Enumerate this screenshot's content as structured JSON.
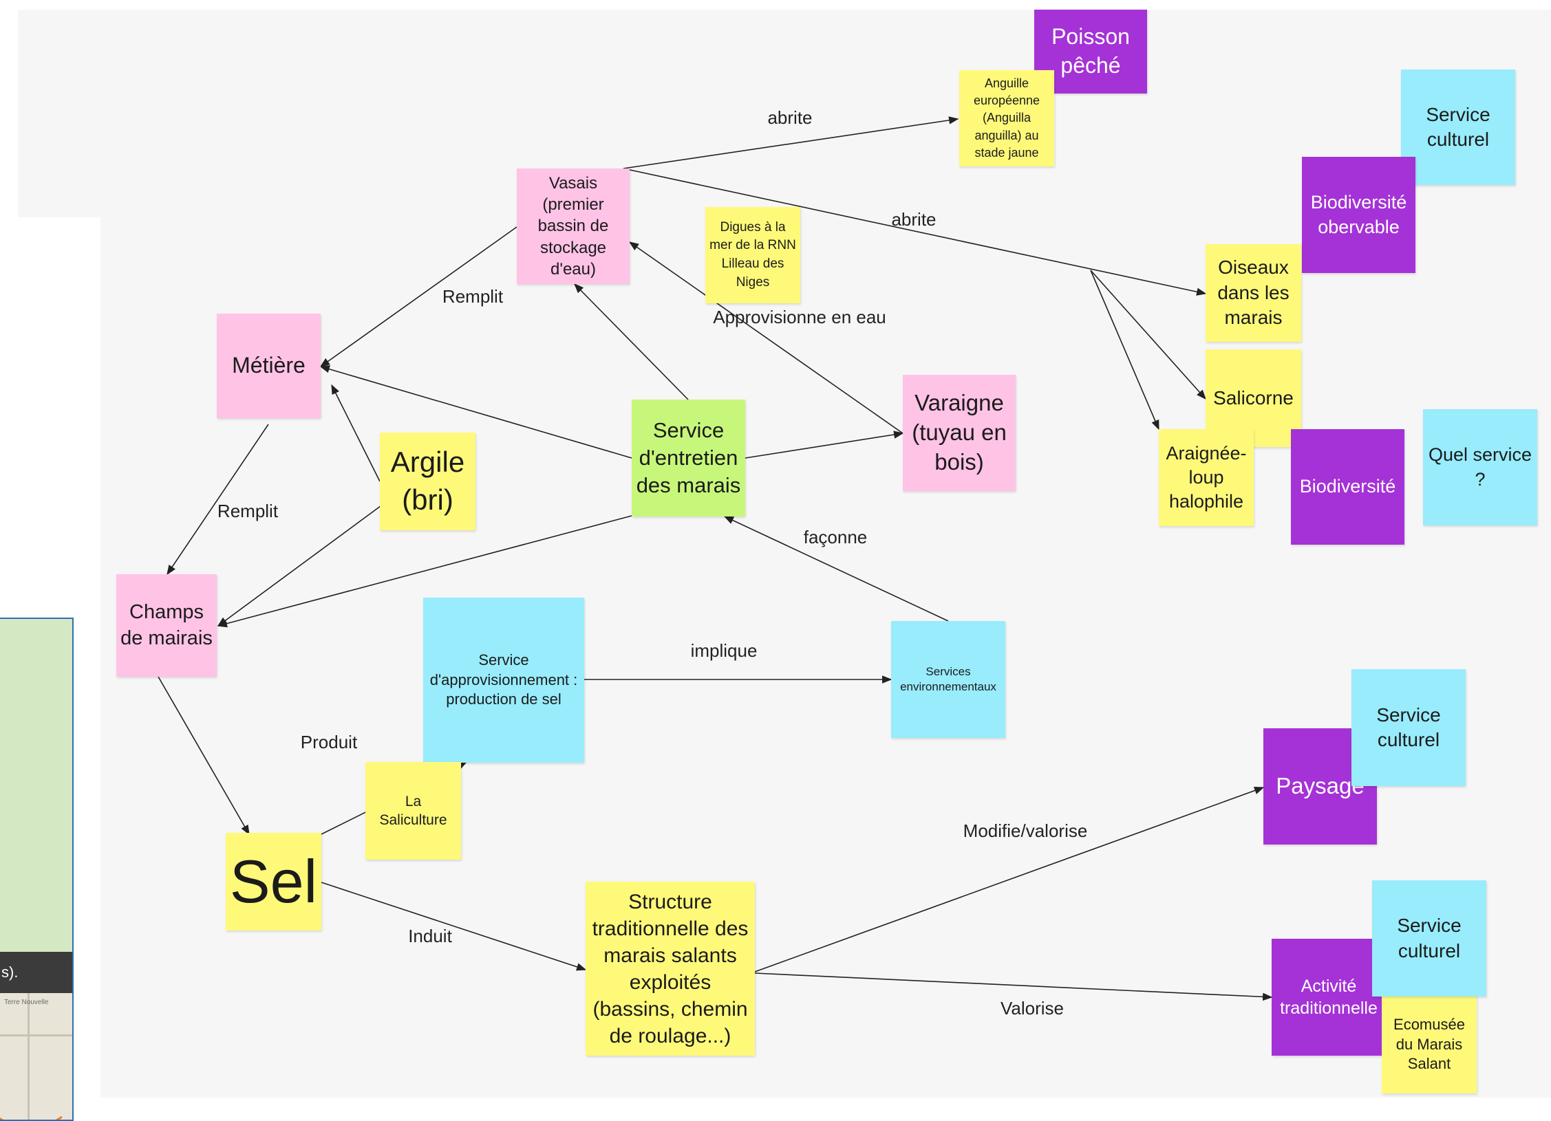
{
  "notes": {
    "poisson": {
      "text": "Poisson pêché",
      "color": "#a532d6"
    },
    "anguille": {
      "text": "Anguille européenne (Anguilla anguilla) au stade jaune",
      "color": "#fff97a"
    },
    "service_culturel_1": {
      "text": "Service culturel",
      "color": "#98ecfc"
    },
    "biodiversite_observable": {
      "text": "Biodiversité obervable",
      "color": "#a532d6"
    },
    "vasais": {
      "text": "Vasais (premier bassin de stockage d'eau)",
      "color": "#ffc3e6"
    },
    "digues": {
      "text": "Digues à la mer de la RNN Lilleau des Niges",
      "color": "#fff97a"
    },
    "oiseaux": {
      "text": "Oiseaux dans les marais",
      "color": "#fff97a"
    },
    "metiere": {
      "text": "Métière",
      "color": "#ffc3e6"
    },
    "salicorne": {
      "text": "Salicorne",
      "color": "#fff97a"
    },
    "argile": {
      "text": "Argile (bri)",
      "color": "#fff97a"
    },
    "service_entretien": {
      "text": "Service d'entretien des marais",
      "color": "#c7f77a"
    },
    "varaigne": {
      "text": "Varaigne (tuyau en bois)",
      "color": "#ffc3e6"
    },
    "araignee": {
      "text": "Araignée-loup halophile",
      "color": "#fff97a"
    },
    "biodiversite": {
      "text": "Biodiversité",
      "color": "#a532d6"
    },
    "quel_service": {
      "text": "Quel service ?",
      "color": "#98ecfc"
    },
    "champs": {
      "text": "Champs de mairais",
      "color": "#ffc3e6"
    },
    "approvisionnement": {
      "text": "Service d'approvisionnement : production de sel",
      "color": "#98ecfc"
    },
    "services_env": {
      "text": "Services environnementaux",
      "color": "#98ecfc"
    },
    "saliculture": {
      "text": "La Saliculture",
      "color": "#fff97a"
    },
    "service_culturel_2": {
      "text": "Service culturel",
      "color": "#98ecfc"
    },
    "paysage": {
      "text": "Paysage",
      "color": "#a532d6"
    },
    "sel": {
      "text": "Sel",
      "color": "#fff97a"
    },
    "structure": {
      "text": "Structure traditionnelle des marais salants exploités (bassins, chemin de roulage...)",
      "color": "#fff97a"
    },
    "service_culturel_3": {
      "text": "Service culturel",
      "color": "#98ecfc"
    },
    "activite": {
      "text": "Activité traditionnelle",
      "color": "#a532d6"
    },
    "ecomusee": {
      "text": "Ecomusée du Marais Salant",
      "color": "#fff97a"
    }
  },
  "edges": [
    {
      "from": "vasais",
      "to": "anguille",
      "label": "abrite"
    },
    {
      "from": "vasais",
      "to": "oiseaux",
      "label": "abrite"
    },
    {
      "from": "oiseaux",
      "to": "salicorne",
      "label": ""
    },
    {
      "from": "oiseaux",
      "to": "araignee",
      "label": ""
    },
    {
      "from": "vasais",
      "to": "metiere",
      "label": "Remplit"
    },
    {
      "from": "metiere",
      "to": "champs",
      "label": "Remplit"
    },
    {
      "from": "argile",
      "to": "metiere",
      "label": ""
    },
    {
      "from": "argile",
      "to": "champs",
      "label": ""
    },
    {
      "from": "service_entretien",
      "to": "vasais",
      "label": ""
    },
    {
      "from": "service_entretien",
      "to": "metiere",
      "label": ""
    },
    {
      "from": "service_entretien",
      "to": "varaigne",
      "label": ""
    },
    {
      "from": "varaigne",
      "to": "vasais",
      "label": "Approvisionne en eau"
    },
    {
      "from": "service_entretien",
      "to": "champs",
      "label": ""
    },
    {
      "from": "services_env",
      "to": "service_entretien",
      "label": "façonne"
    },
    {
      "from": "approvisionnement",
      "to": "services_env",
      "label": "implique"
    },
    {
      "from": "champs",
      "to": "sel",
      "label": ""
    },
    {
      "from": "sel",
      "to": "approvisionnement",
      "label": "Produit"
    },
    {
      "from": "sel",
      "to": "structure",
      "label": "Induit"
    },
    {
      "from": "structure",
      "to": "paysage",
      "label": "Modifie/valorise"
    },
    {
      "from": "structure",
      "to": "activite",
      "label": "Valorise"
    }
  ],
  "left_panel": {
    "caption": "s).",
    "map_label": "Terre Nouvelle"
  }
}
